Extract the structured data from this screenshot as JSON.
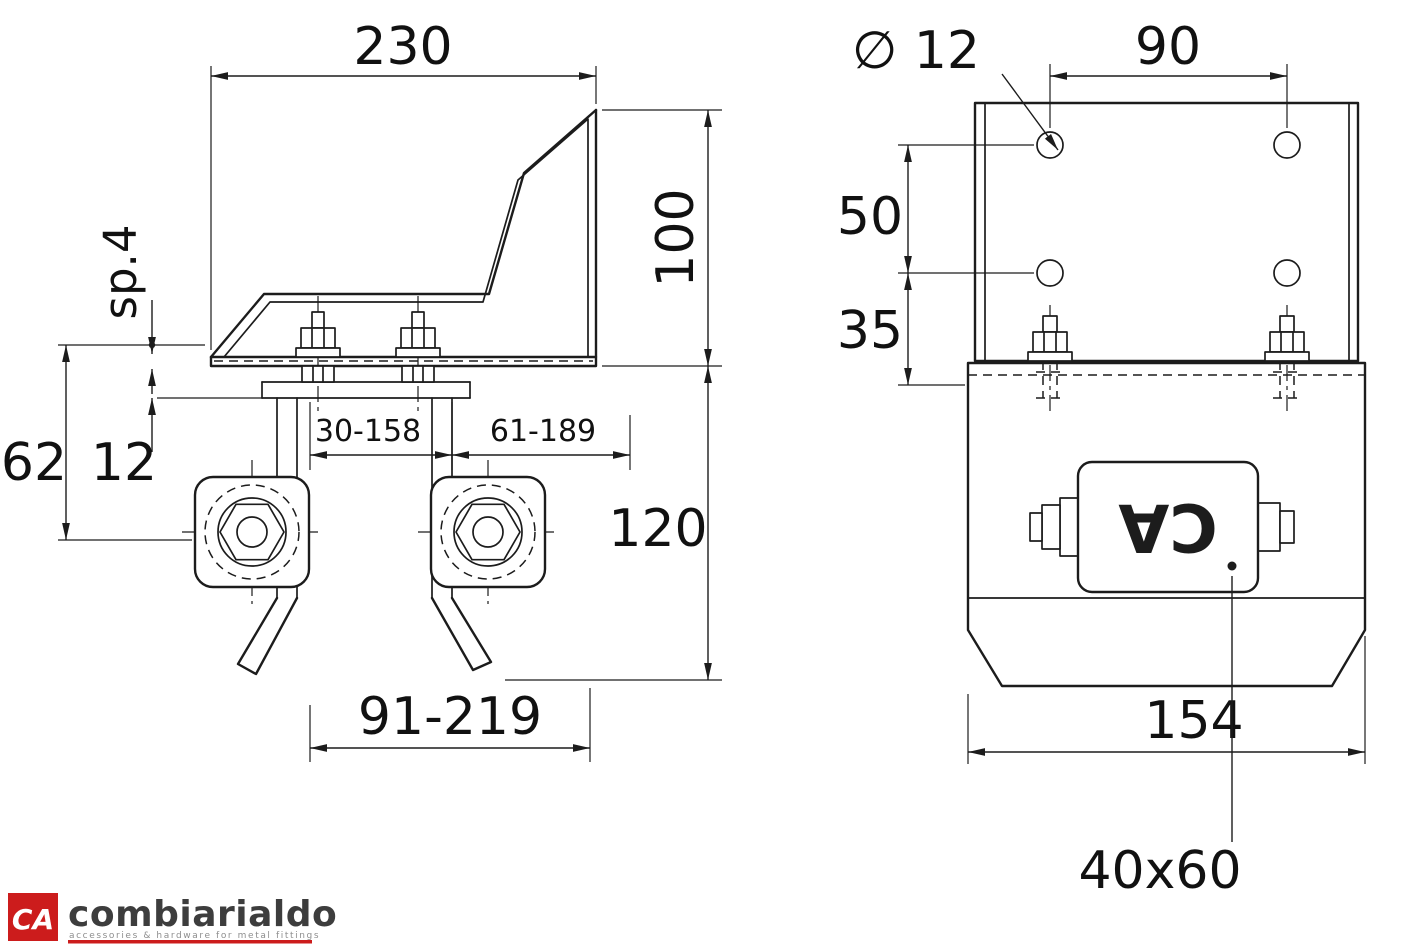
{
  "left_view": {
    "dim_width_top": "230",
    "dim_height_upper": "100",
    "dim_thickness": "sp.4",
    "dim_62": "62",
    "dim_12": "12",
    "dim_range_a": "30-158",
    "dim_range_b": "61-189",
    "dim_height_lower": "120",
    "dim_range_total": "91-219"
  },
  "right_view": {
    "dim_hole_dia": "∅ 12",
    "dim_90": "90",
    "dim_50": "50",
    "dim_35": "35",
    "dim_154": "154",
    "dim_profile": "40x60",
    "plate_logo": "CA"
  },
  "logo": {
    "badge": "CA",
    "brand": "combiarialdo",
    "tagline": "accessories & hardware for metal fittings"
  },
  "colors": {
    "line": "#1c1c1c",
    "accent_red": "#cc1c1c"
  }
}
